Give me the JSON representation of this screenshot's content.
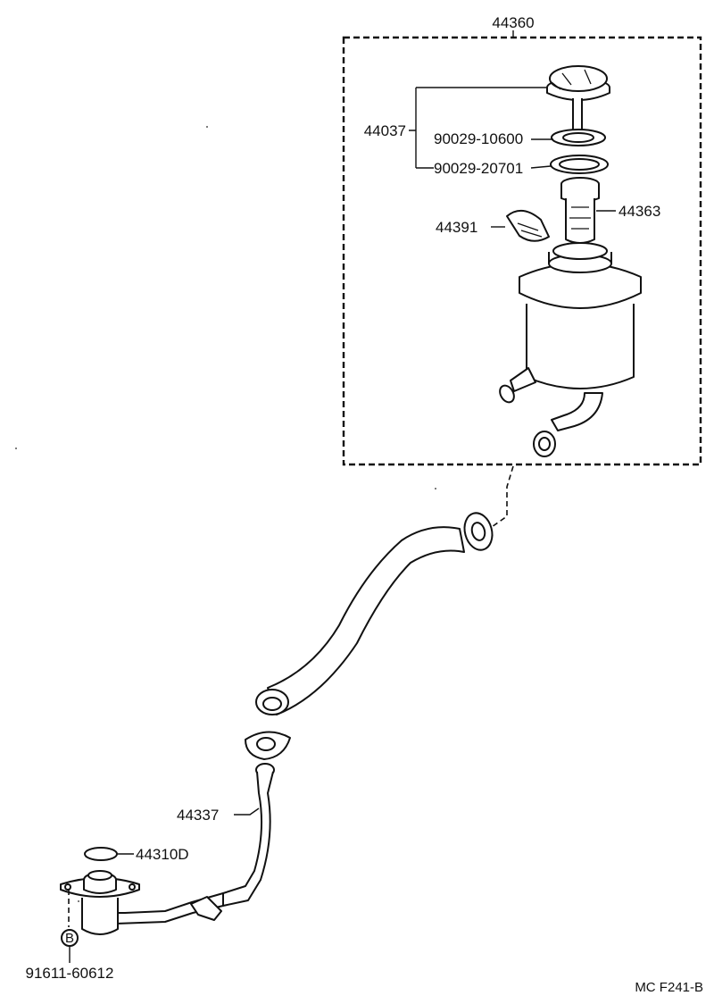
{
  "diagram": {
    "labels": {
      "assembly": "44360",
      "cap_assembly": "44037",
      "gasket_upper": "90029-10600",
      "gasket_lower": "90029-20701",
      "label_tag": "44391",
      "filler_neck": "44363",
      "pipe": "44337",
      "o_ring": "44310D",
      "bolt": "91611-60612",
      "bolt_marker": "B"
    },
    "footer_code": "MC F241-B"
  }
}
